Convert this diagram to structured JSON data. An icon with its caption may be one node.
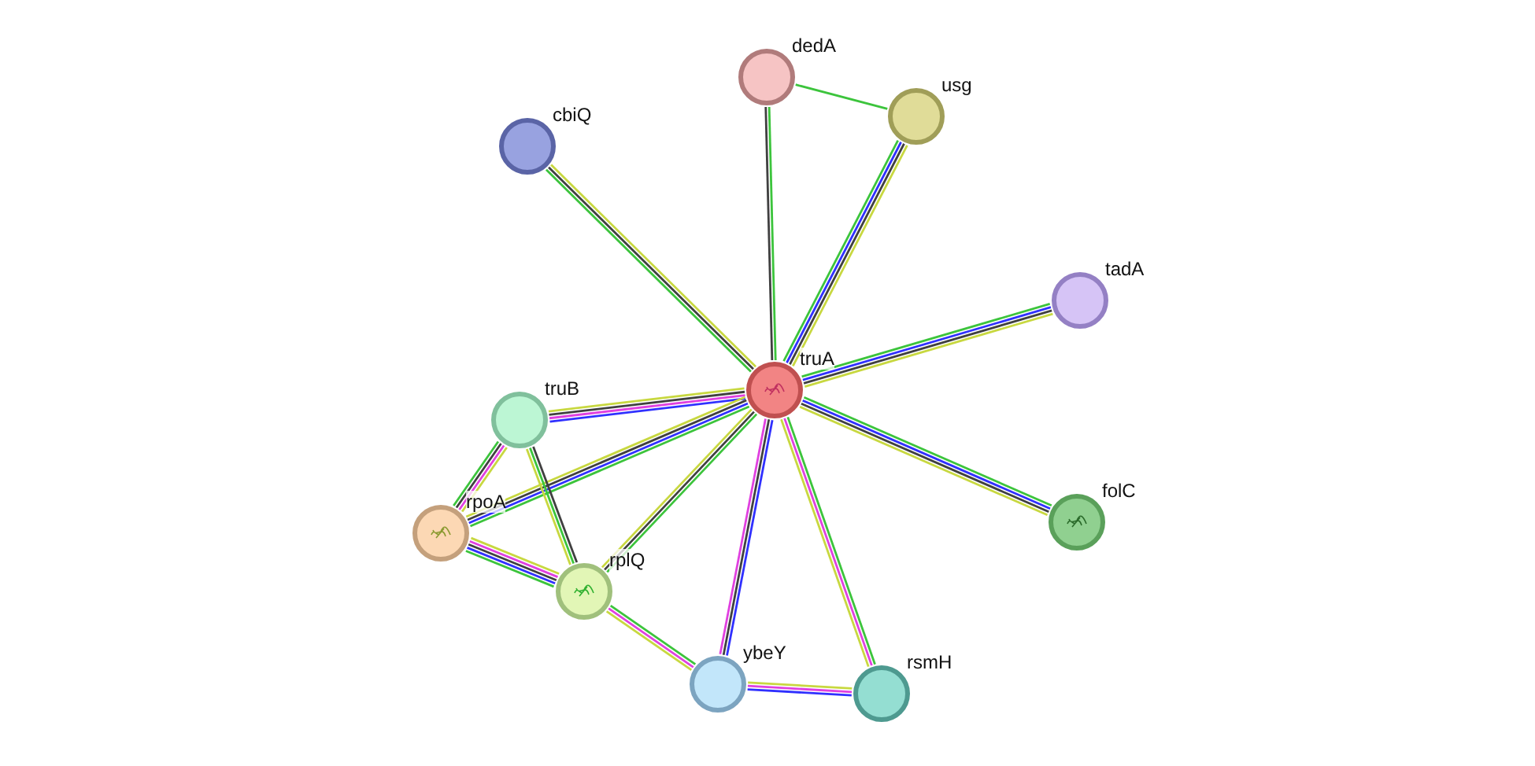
{
  "diagram": {
    "nodes": [
      {
        "text": [
          "dedA"
        ]
      },
      {
        "text": [
          "usg"
        ]
      },
      {
        "text": [
          "cbiQ"
        ]
      },
      {
        "text": [
          "tadA"
        ]
      },
      {
        "text": [
          "truA"
        ]
      },
      {
        "text": [
          "truB"
        ]
      },
      {
        "text": [
          "rpoA"
        ]
      },
      {
        "text": [
          "folC"
        ]
      },
      {
        "text": [
          "rplQ"
        ]
      },
      {
        "text": [
          "ybeY"
        ]
      },
      {
        "text": [
          "rsmH"
        ]
      }
    ],
    "edges": [
      {
        "from": 4,
        "to": 0,
        "arrow": "none"
      },
      {
        "from": 0,
        "to": 1,
        "arrow": "none",
        "color": "#3cc43c"
      },
      {
        "from": 4,
        "to": 1,
        "arrow": "none"
      },
      {
        "from": 4,
        "to": 2,
        "arrow": "none"
      },
      {
        "from": 4,
        "to": 3,
        "arrow": "none",
        "color": "#3cc43c"
      },
      {
        "from": 4,
        "to": 5,
        "arrow": "none",
        "color": "#3030ff"
      },
      {
        "from": 4,
        "to": 6,
        "arrow": "none",
        "color": "#3cc43c"
      },
      {
        "from": 4,
        "to": 8,
        "arrow": "none"
      },
      {
        "from": 4,
        "to": 7,
        "arrow": "none",
        "color": "#c8d840"
      },
      {
        "from": 4,
        "to": 9,
        "arrow": "none"
      },
      {
        "from": 4,
        "to": 10,
        "arrow": "none",
        "color": "#3cc43c"
      },
      {
        "from": 5,
        "to": 6,
        "arrow": "none",
        "color": "#c8d840"
      },
      {
        "from": 5,
        "to": 8,
        "arrow": "none"
      },
      {
        "from": 6,
        "to": 8,
        "arrow": "none"
      },
      {
        "from": 8,
        "to": 9,
        "arrow": "none",
        "color": "#3cc43c"
      },
      {
        "from": 9,
        "to": 10,
        "arrow": "none",
        "color": "#3030ff"
      }
    ]
  }
}
